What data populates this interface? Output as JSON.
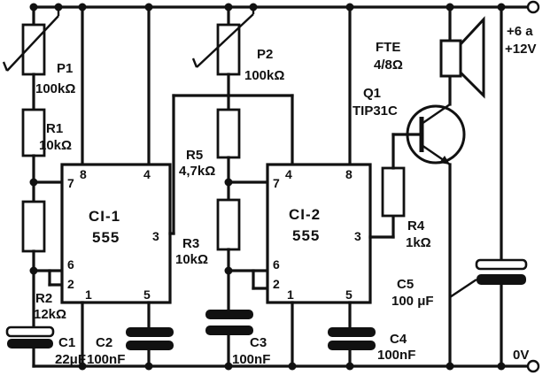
{
  "components": {
    "P1": {
      "ref": "P1",
      "value": "100kΩ"
    },
    "R1": {
      "ref": "R1",
      "value": "10kΩ"
    },
    "R2": {
      "ref": "R2",
      "value": "12kΩ"
    },
    "C1": {
      "ref": "C1",
      "value": "22μF"
    },
    "C2": {
      "ref": "C2",
      "value": "100nF"
    },
    "P2": {
      "ref": "P2",
      "value": "100kΩ"
    },
    "R5": {
      "ref": "R5",
      "value": "4,7kΩ"
    },
    "R3": {
      "ref": "R3",
      "value": "10kΩ"
    },
    "C3": {
      "ref": "C3",
      "value": "100nF"
    },
    "C4": {
      "ref": "C4",
      "value": "100nF"
    },
    "R4": {
      "ref": "R4",
      "value": "1kΩ"
    },
    "Q1": {
      "ref": "Q1",
      "value": "TIP31C"
    },
    "FTE": {
      "ref": "FTE",
      "value": "4/8Ω"
    },
    "C5": {
      "ref": "C5",
      "value": "100 μF"
    }
  },
  "ic1": {
    "name": "CI-1",
    "type": "555",
    "pins": {
      "p8": "8",
      "p4": "4",
      "p7": "7",
      "p3": "3",
      "p6": "6",
      "p2": "2",
      "p1": "1",
      "p5": "5"
    }
  },
  "ic2": {
    "name": "CI-2",
    "type": "555",
    "pins": {
      "p8": "8",
      "p4": "4",
      "p7": "7",
      "p3": "3",
      "p6": "6",
      "p2": "2",
      "p1": "1",
      "p5": "5"
    }
  },
  "supply": {
    "positive_line1": "+6 a",
    "positive_line2": "+12V",
    "ground": "0V"
  }
}
